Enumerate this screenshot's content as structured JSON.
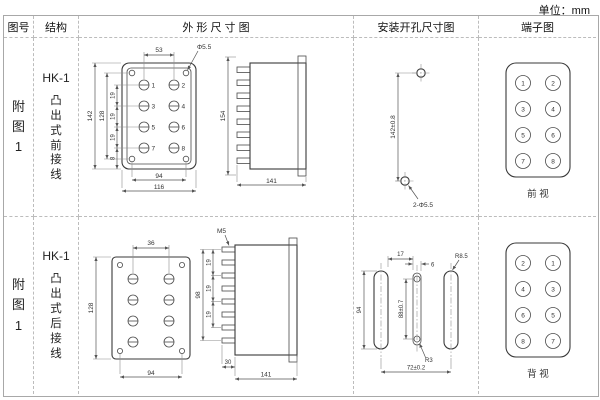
{
  "unit_label": "单位：mm",
  "headers": {
    "figure": "图号",
    "structure": "结构",
    "outline": "外 形 尺 寸 图",
    "mounting": "安装开孔尺寸图",
    "terminal": "端子图"
  },
  "row1": {
    "figure_chars": [
      "附",
      "图",
      "1"
    ],
    "structure_title": "HK-1",
    "structure_chars": [
      "凸",
      "出",
      "式",
      "前",
      "接",
      "线"
    ],
    "outline": {
      "dim_53": "53",
      "dim_hole": "Φ5.5",
      "dim_142": "142",
      "dim_128": "128",
      "pitches": [
        "19",
        "19",
        "19"
      ],
      "dim_8": "8",
      "dim_94": "94",
      "dim_116": "116",
      "dim_154": "154",
      "dim_141": "141",
      "terminals": [
        "1",
        "2",
        "3",
        "4",
        "5",
        "6",
        "7",
        "8"
      ]
    },
    "mounting": {
      "dim_height": "142±0.8",
      "holes_label": "2-Φ5.5"
    },
    "terminal_diagram": {
      "left": [
        "1",
        "3",
        "5",
        "7"
      ],
      "right": [
        "2",
        "4",
        "6",
        "8"
      ],
      "view_label": "前 视"
    }
  },
  "row2": {
    "figure_chars": [
      "附",
      "图",
      "1"
    ],
    "structure_title": "HK-1",
    "structure_chars": [
      "凸",
      "出",
      "式",
      "后",
      "接",
      "线"
    ],
    "outline": {
      "dim_36": "36",
      "dim_128": "128",
      "dim_94": "94",
      "dim_m5": "M5",
      "dim_98": "98",
      "pitches": [
        "19",
        "19",
        "19"
      ],
      "dim_30": "30",
      "dim_141": "141"
    },
    "mounting": {
      "dim_17": "17",
      "dim_6": "6",
      "dim_r85": "R8.5",
      "dim_94": "94",
      "dim_88": "88±0.7",
      "dim_72": "72±0.2",
      "dim_r3": "R3"
    },
    "terminal_diagram": {
      "left": [
        "2",
        "4",
        "6",
        "8"
      ],
      "right": [
        "1",
        "3",
        "5",
        "7"
      ],
      "view_label": "背 视"
    }
  }
}
